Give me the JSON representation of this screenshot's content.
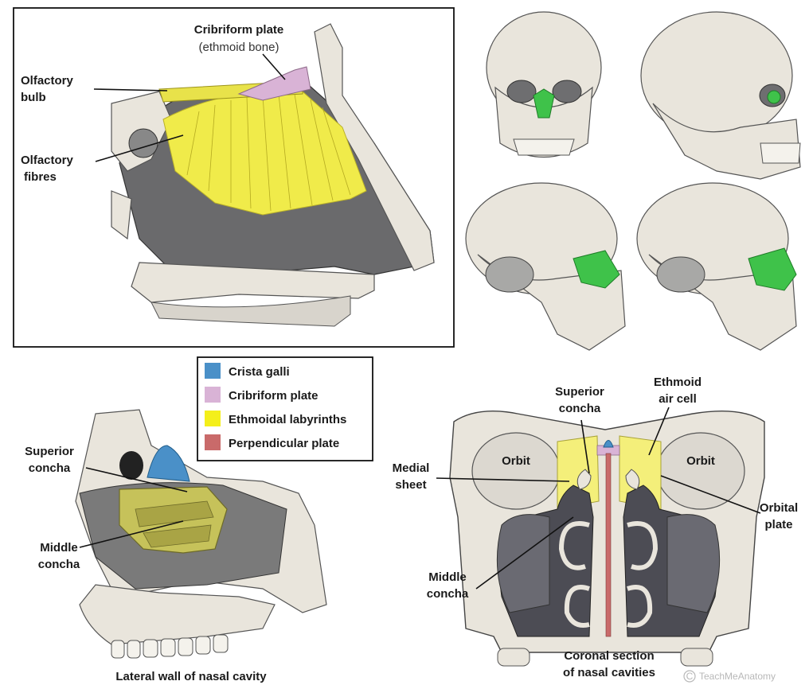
{
  "panel_top_left": {
    "labels": {
      "cribriform_title": "Cribriform plate",
      "cribriform_sub": "(ethmoid bone)",
      "olfactory_bulb_1": "Olfactory",
      "olfactory_bulb_2": "bulb",
      "olfactory_fibres_1": "Olfactory",
      "olfactory_fibres_2": "fibres"
    }
  },
  "legend": {
    "items": [
      {
        "label": "Crista galli",
        "color": "#4a90c8"
      },
      {
        "label": "Cribriform plate",
        "color": "#d9b3d6"
      },
      {
        "label": "Ethmoidal labyrinths",
        "color": "#f4ef1a"
      },
      {
        "label": "Perpendicular plate",
        "color": "#c96a6a"
      }
    ]
  },
  "panel_lateral": {
    "labels": {
      "superior_1": "Superior",
      "superior_2": "concha",
      "middle_1": "Middle",
      "middle_2": "concha",
      "caption": "Lateral wall of nasal cavity"
    }
  },
  "panel_coronal": {
    "labels": {
      "superior_1": "Superior",
      "superior_2": "concha",
      "ethmoid_1": "Ethmoid",
      "ethmoid_2": "air cell",
      "orbit_left": "Orbit",
      "orbit_right": "Orbit",
      "medial_1": "Medial",
      "medial_2": "sheet",
      "orbital_1": "Orbital",
      "orbital_2": "plate",
      "middle_1": "Middle",
      "middle_2": "concha",
      "caption_1": "Coronal section",
      "caption_2": "of nasal cavities"
    },
    "watermark": "TeachMeAnatomy"
  },
  "colors": {
    "highlight_green": "#3fc24a",
    "crista_blue": "#4a90c8",
    "cribriform_pink": "#d9b3d6",
    "labyrinth_yellow": "#f4ef1a",
    "perpendicular_red": "#c96a6a"
  }
}
